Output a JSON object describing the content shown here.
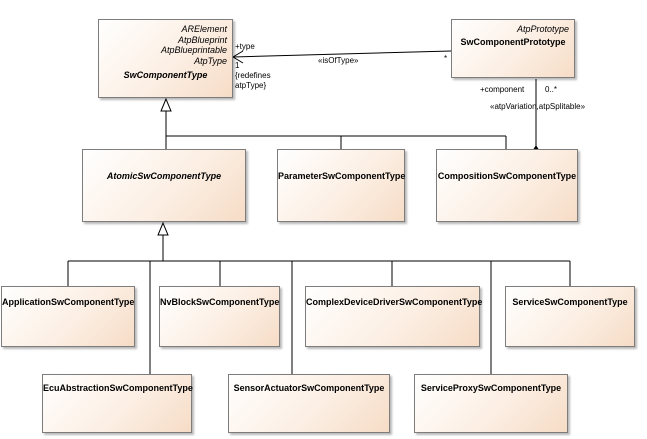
{
  "diagram": {
    "classes": {
      "sw_component_type": {
        "stereotypes": [
          "ARElement",
          "AtpBlueprint",
          "AtpBlueprintable",
          "AtpType"
        ],
        "name": "SwComponentType"
      },
      "sw_component_prototype": {
        "stereotype": "AtpPrototype",
        "name": "SwComponentPrototype"
      },
      "atomic": {
        "name": "AtomicSwComponentType"
      },
      "parameter": {
        "name": "ParameterSwComponentType"
      },
      "composition": {
        "name": "CompositionSwComponentType"
      },
      "application": {
        "name": "ApplicationSwComponentType"
      },
      "nvblock": {
        "name": "NvBlockSwComponentType"
      },
      "complex_driver": {
        "name": "ComplexDeviceDriverSwComponentType"
      },
      "service": {
        "name": "ServiceSwComponentType"
      },
      "ecu_abstraction": {
        "name": "EcuAbstractionSwComponentType"
      },
      "sensor_actuator": {
        "name": "SensorActuatorSwComponentType"
      },
      "service_proxy": {
        "name": "ServiceProxySwComponentType"
      }
    },
    "labels": {
      "type_role": "+type",
      "type_mult": "1",
      "redefines_1": "{redefines",
      "redefines_2": "atpType}",
      "is_of_type": "«isOfType»",
      "star": "*",
      "component_role": "+component",
      "component_mult": "0..*",
      "atp_variation": "«atpVariation,atpSplitable»"
    }
  }
}
